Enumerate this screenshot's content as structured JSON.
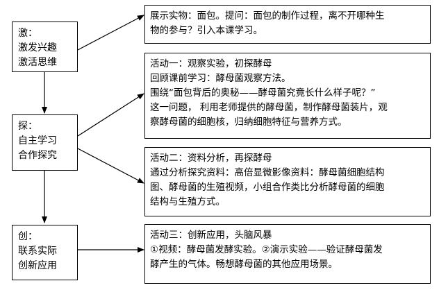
{
  "stages": [
    {
      "title": "激：",
      "lines": [
        "激发兴趣",
        "激活思维"
      ]
    },
    {
      "title": "探：",
      "lines": [
        "自主学习",
        "合作探究"
      ]
    },
    {
      "title": "创：",
      "lines": [
        "联系实际",
        "创新应用"
      ]
    }
  ],
  "activities": [
    {
      "lines": [
        "展示实物：面包。提问：面包的制作过程，离不开哪种生",
        "物的参与？引入本课学习。"
      ]
    },
    {
      "lines": [
        "活动一：观察实验，初探酵母",
        "回顾课前学习：酵母菌观察方法。",
        "围绕“面包背后的奥秘——酵母菌究竟长什么样子呢？”",
        "这一问题， 利用老师提供的酵母菌，制作酵母菌装片，观",
        "察酵母菌的细胞核，归纳细胞特征与营养方式。"
      ]
    },
    {
      "lines": [
        "活动二：资料分析，再探酵母",
        "通过分析探究资料：高倍显微影像资料：酵母菌细胞结构",
        "图、酵母菌的生殖视频，小组合作类比分析酵母菌的细胞",
        "结构与生殖方式。"
      ]
    },
    {
      "lines": [
        "活动三：创新应用，头脑风暴",
        "①视频：酵母菌发酵实验。②演示实验——验证酵母菌发",
        "酵产生的气体。畅想酵母菌的其他应用场景。"
      ]
    }
  ]
}
